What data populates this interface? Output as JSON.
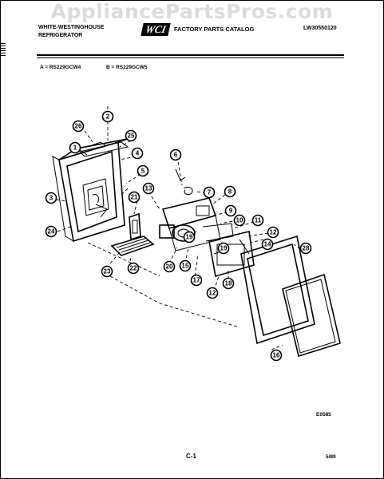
{
  "watermark": "AppliancePartsPros.com",
  "header": {
    "brand_line1": "WHITE-WESTINGHOUSE",
    "brand_line2": "REFRIGERATOR",
    "logo_text": "WCI",
    "catalog_title": "FACTORY PARTS CATALOG",
    "catalog_number": "LW30550120"
  },
  "models": {
    "a": "A = RS229GCW4",
    "b": "B = RS229GCW5"
  },
  "callouts": [
    {
      "id": "c1",
      "label": "1"
    },
    {
      "id": "c2",
      "label": "2"
    },
    {
      "id": "c3",
      "label": "3"
    },
    {
      "id": "c4",
      "label": "4"
    },
    {
      "id": "c5",
      "label": "5"
    },
    {
      "id": "c6",
      "label": "6"
    },
    {
      "id": "c7",
      "label": "7"
    },
    {
      "id": "c8",
      "label": "8"
    },
    {
      "id": "c9",
      "label": "9"
    },
    {
      "id": "c10",
      "label": "10"
    },
    {
      "id": "c11",
      "label": "11"
    },
    {
      "id": "c12a",
      "label": "12"
    },
    {
      "id": "c12b",
      "label": "12"
    },
    {
      "id": "c13",
      "label": "13"
    },
    {
      "id": "c14",
      "label": "14"
    },
    {
      "id": "c15",
      "label": "15"
    },
    {
      "id": "c16",
      "label": "16"
    },
    {
      "id": "c17",
      "label": "17"
    },
    {
      "id": "c18",
      "label": "18"
    },
    {
      "id": "c19",
      "label": "19"
    },
    {
      "id": "c20",
      "label": "20"
    },
    {
      "id": "c21",
      "label": "21"
    },
    {
      "id": "c22",
      "label": "22"
    },
    {
      "id": "c23",
      "label": "23"
    },
    {
      "id": "c24",
      "label": "24"
    },
    {
      "id": "c25",
      "label": "25"
    },
    {
      "id": "c26",
      "label": "26"
    },
    {
      "id": "c27",
      "label": "27"
    },
    {
      "id": "c28",
      "label": "28"
    }
  ],
  "footer": {
    "diagram_code": "E0585",
    "page_number": "C-1",
    "date": "5/89"
  }
}
